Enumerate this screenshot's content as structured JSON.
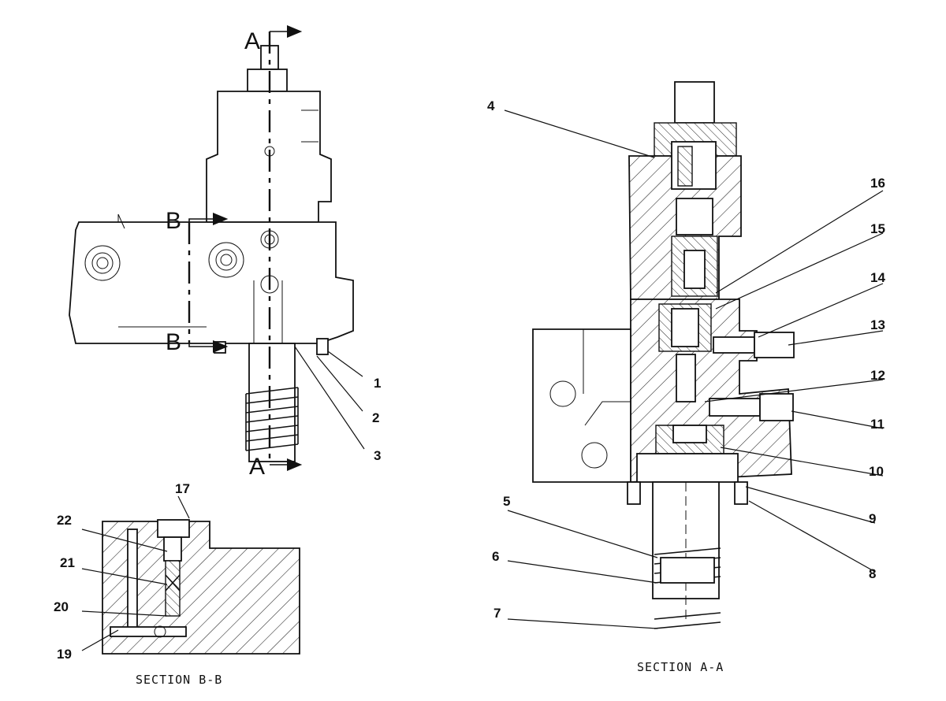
{
  "diagram": {
    "captions": {
      "section_bb": "SECTION B-B",
      "section_aa": "SECTION A-A"
    },
    "cut_markers": {
      "a_top": "A",
      "a_bottom": "A",
      "b_top": "B",
      "b_bottom": "B"
    },
    "callouts": [
      "1",
      "2",
      "3",
      "4",
      "5",
      "6",
      "7",
      "8",
      "9",
      "10",
      "11",
      "12",
      "13",
      "14",
      "15",
      "16",
      "17",
      "19",
      "20",
      "21",
      "22"
    ]
  }
}
